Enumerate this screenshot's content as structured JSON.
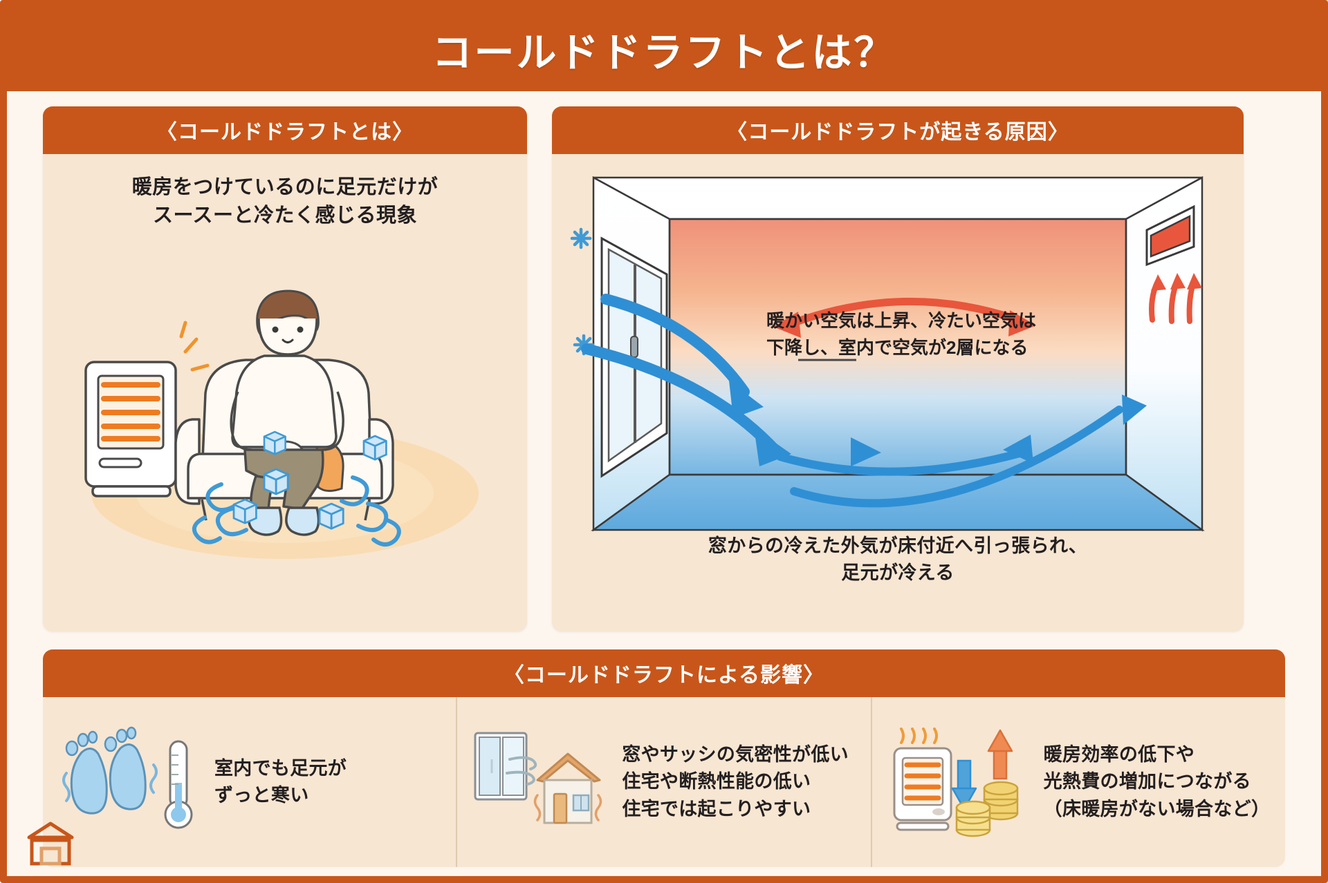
{
  "main_title": "コールドドラフトとは？",
  "colors": {
    "brand_orange": "#c8561a",
    "panel_bg": "#f7e6d2",
    "page_bg": "#fdf6ee",
    "warm_red": "#e8563c",
    "cool_blue": "#2f8fd4",
    "text": "#231f20"
  },
  "panel_left": {
    "header": "〈コールドドラフトとは〉",
    "lead_line1": "暖房をつけているのに足元だけが",
    "lead_line2": "スースーと冷たく感じる現象",
    "illustration_name": "person-on-sofa-with-heater-and-cold-feet"
  },
  "panel_right": {
    "header": "〈コールドドラフトが起きる原因〉",
    "inner_note_line1": "暖かい空気は上昇、冷たい空気は",
    "inner_note_line2": "下降し、室内で空気が2層になる",
    "caption_line1": "窓からの冷えた外気が床付近へ引っ張られ、",
    "caption_line2": "足元が冷える",
    "illustration_name": "room-cross-section-air-circulation"
  },
  "effects": {
    "header": "〈コールドドラフトによる影響〉",
    "items": [
      {
        "icon": "cold-feet-thermometer-icon",
        "text": "室内でも足元が\nずっと寒い"
      },
      {
        "icon": "window-draft-house-icon",
        "text": "窓やサッシの気密性が低い\n住宅や断熱性能の低い\n住宅では起こりやすい"
      },
      {
        "icon": "heater-cost-coins-icon",
        "text": "暖房効率の低下や\n光熱費の増加につながる\n（床暖房がない場合など）"
      }
    ]
  },
  "logo": {
    "name": "house-logo-icon"
  }
}
